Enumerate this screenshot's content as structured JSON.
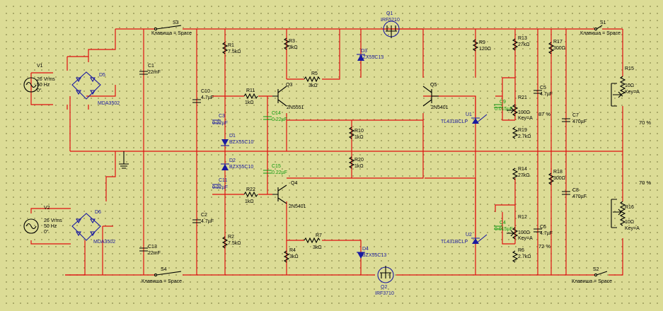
{
  "sources": [
    {
      "ref": "V1",
      "rms": "26 Vrms",
      "freq": "50 Hz",
      "phase": "0°"
    },
    {
      "ref": "V2",
      "rms": "26 Vrms",
      "freq": "50 Hz",
      "phase": "0°"
    }
  ],
  "bridges": [
    {
      "ref": "D5",
      "part": "MDA3502"
    },
    {
      "ref": "D6",
      "part": "MDA3502"
    }
  ],
  "switches": [
    {
      "ref": "S3",
      "key": "Клавиша = Space"
    },
    {
      "ref": "S4",
      "key": "Клавиша = Space"
    },
    {
      "ref": "S1",
      "key": "Клавиша = Space"
    },
    {
      "ref": "S2",
      "key": "Клавиша = Space"
    }
  ],
  "resistors": {
    "R1": "7.5kΩ",
    "R2": "7.5kΩ",
    "R3": "3kΩ",
    "R4": "3kΩ",
    "R5": "3kΩ",
    "R7": "3kΩ",
    "R9": "120Ω",
    "R10": "1kΩ",
    "R20": "1kΩ",
    "R11": "1kΩ",
    "R22": "1kΩ",
    "R13": "27kΩ",
    "R14": "27kΩ",
    "R19": "2.7kΩ",
    "R6": "2.7kΩ",
    "R17": "300Ω",
    "R18": "300Ω"
  },
  "pots": [
    {
      "ref": "R21",
      "value": "100Ω",
      "key": "Key=A",
      "pct": "87 %"
    },
    {
      "ref": "R12",
      "value": "100Ω",
      "key": "Key=A",
      "pct": "72 %"
    },
    {
      "ref": "R15",
      "value": "10Ω",
      "key": "Key=A",
      "pct": "70 %"
    },
    {
      "ref": "R16",
      "value": "10Ω",
      "key": "Key=A",
      "pct": "70 %"
    }
  ],
  "capacitors": {
    "C1": "22mF",
    "C13": "22mF",
    "C10": "4.7µF",
    "C2": "4.7µF",
    "C3": "0.22µF",
    "C11": "0.22µF",
    "C14": "0.22µF",
    "C15": "0.22µF",
    "C4": "0.015µF",
    "C9": "0.015µF",
    "C5": "4.7µF",
    "C6": "4.7µF",
    "C7": "470µF",
    "C8": "470µF"
  },
  "zeners": {
    "D1": "BZX55C10",
    "D2": "BZX55C10",
    "D3": "BZX55C13",
    "D4": "BZX55C13"
  },
  "transistors": {
    "Q3": "2N5551",
    "Q4": "2N5401",
    "Q5": "2N5401"
  },
  "mosfets": [
    {
      "ref": "Q1",
      "part": "IRF5210"
    },
    {
      "ref": "Q2",
      "part": "IRF3710"
    }
  ],
  "regulators": [
    {
      "ref": "U1",
      "part": "TL431BCLP"
    },
    {
      "ref": "U2",
      "part": "TL431BCLP"
    }
  ]
}
